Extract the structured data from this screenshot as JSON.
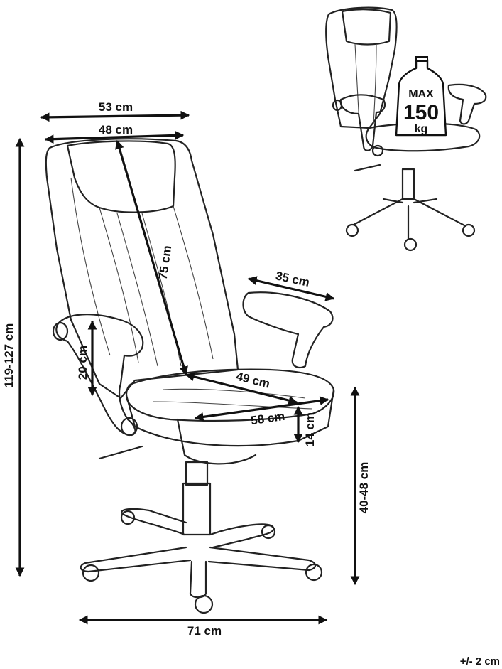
{
  "labels": {
    "width_top": "53 cm",
    "width_back": "48 cm",
    "back_height": "75 cm",
    "armrest_length": "35 cm",
    "armrest_height": "20 cm",
    "seat_depth": "49 cm",
    "seat_width": "58 cm",
    "seat_thickness": "14 cm",
    "total_height": "119-127 cm",
    "seat_height": "40-48 cm",
    "base_width": "71 cm",
    "tolerance": "+/- 2 cm"
  },
  "max_load": {
    "line1": "MAX",
    "line2": "150",
    "line3": "kg"
  }
}
